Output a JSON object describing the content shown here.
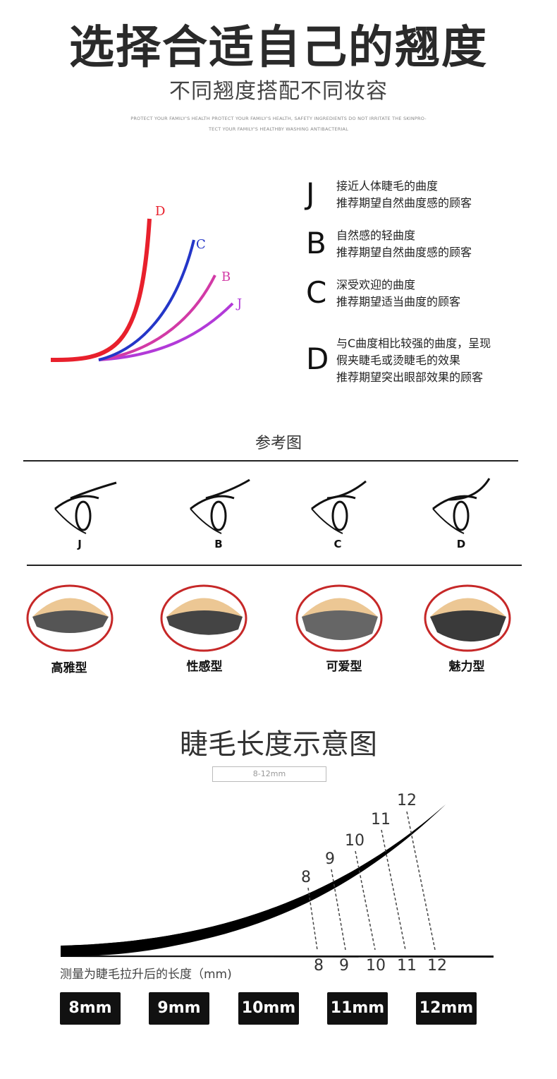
{
  "header": {
    "title": "选择合适自己的翘度",
    "subtitle": "不同翘度搭配不同妆容",
    "fine_print_line1": "PROTECT YOUR FAMILY'S HEALTH PROTECT YOUR FAMILY'S HEALTH, SAFETY INGREDIENTS DO NOT IRRITATE THE SKINPRO-",
    "fine_print_line2": "TECT YOUR FAMILY'S HEALTHBY WASHING ANTIBACTERIAL"
  },
  "curl_diagram": {
    "curves": [
      {
        "label": "D",
        "color": "#e8202c"
      },
      {
        "label": "C",
        "color": "#2436c8"
      },
      {
        "label": "B",
        "color": "#d23aa6"
      },
      {
        "label": "J",
        "color": "#b23ad8"
      }
    ]
  },
  "curl_types": [
    {
      "letter": "J",
      "lines": [
        "接近人体睫毛的曲度",
        "推荐期望自然曲度感的顾客"
      ]
    },
    {
      "letter": "B",
      "lines": [
        "自然感的轻曲度",
        "推荐期望自然曲度感的顾客"
      ]
    },
    {
      "letter": "C",
      "lines": [
        "深受欢迎的曲度",
        "推荐期望适当曲度的顾客"
      ]
    },
    {
      "letter": "D",
      "lines": [
        "与C曲度相比较强的曲度，呈现",
        "假夹睫毛或烫睫毛的效果",
        "推荐期望突出眼部效果的顾客"
      ]
    }
  ],
  "reference": {
    "title": "参考图",
    "eyes": [
      "J",
      "B",
      "C",
      "D"
    ],
    "styles": [
      "高雅型",
      "性感型",
      "可爱型",
      "魅力型"
    ]
  },
  "length": {
    "title": "睫毛长度示意图",
    "range": "8-12mm",
    "top_numbers": [
      "8",
      "9",
      "10",
      "11",
      "12"
    ],
    "bottom_numbers": [
      "8",
      "9",
      "10",
      "11",
      "12"
    ],
    "note": "测量为睫毛拉升后的长度（mm)",
    "buttons": [
      "8mm",
      "9mm",
      "10mm",
      "11mm",
      "12mm"
    ]
  }
}
